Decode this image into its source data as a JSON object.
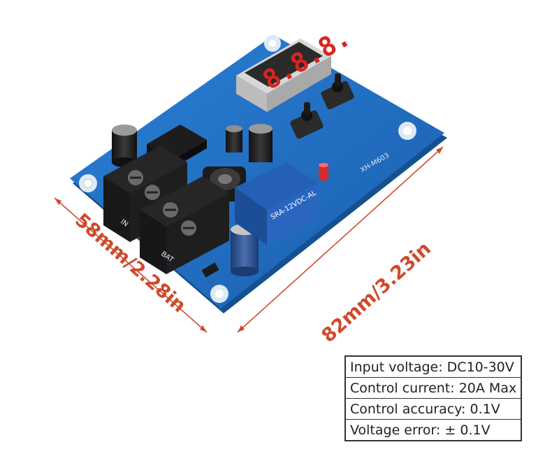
{
  "colors": {
    "pcb": "#1f6fc4",
    "pcb_edge": "#15508f",
    "dimension": "#cf4a2c",
    "terminal": "#1b1b1b",
    "display_digits": "#d9251f",
    "display_body": "#ececec"
  },
  "dimensions": {
    "width_label": "58mm/2.28in",
    "length_label": "82mm/3.23in"
  },
  "board": {
    "model": "XH-M603",
    "relay_marking": "SRA-12VDC-AL",
    "terminal_labels": [
      "IN",
      "BAT"
    ],
    "display_digits": "8.8.8."
  },
  "specs": [
    {
      "text": "Input voltage: DC10-30V"
    },
    {
      "text": "Control current: 20A Max"
    },
    {
      "text": "Control accuracy: 0.1V"
    },
    {
      "text": "Voltage error: ± 0.1V"
    }
  ]
}
